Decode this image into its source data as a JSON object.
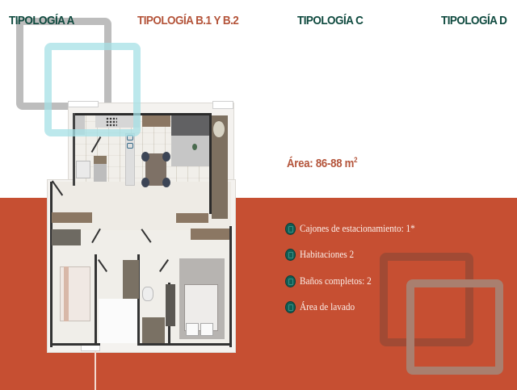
{
  "tabs": [
    {
      "label": "TIPOLOGÍA A",
      "active": false
    },
    {
      "label": "TIPOLOGÍA B.1 Y B.2",
      "active": true
    },
    {
      "label": "TIPOLOGÍA C",
      "active": false
    },
    {
      "label": "TIPOLOGÍA D",
      "active": false
    }
  ],
  "details": {
    "area_label": "Área: 86-88 m",
    "area_superscript": "2",
    "features": [
      {
        "icon": "parking-icon",
        "label": "Cajones de estacionamiento: 1*"
      },
      {
        "icon": "bed-icon",
        "label": "Habitaciones 2"
      },
      {
        "icon": "bath-icon",
        "label": "Baños completos: 2"
      },
      {
        "icon": "laundry-icon",
        "label": "Área de lavado"
      }
    ]
  },
  "floor_plan": {
    "alt": "Plano arquitectónico tipología B.1 y B.2"
  },
  "colors": {
    "brand_green": "#0f4a3f",
    "brand_terracotta": "#c64f32",
    "active_tab": "#b4543a",
    "icon_teal": "#115e55"
  }
}
